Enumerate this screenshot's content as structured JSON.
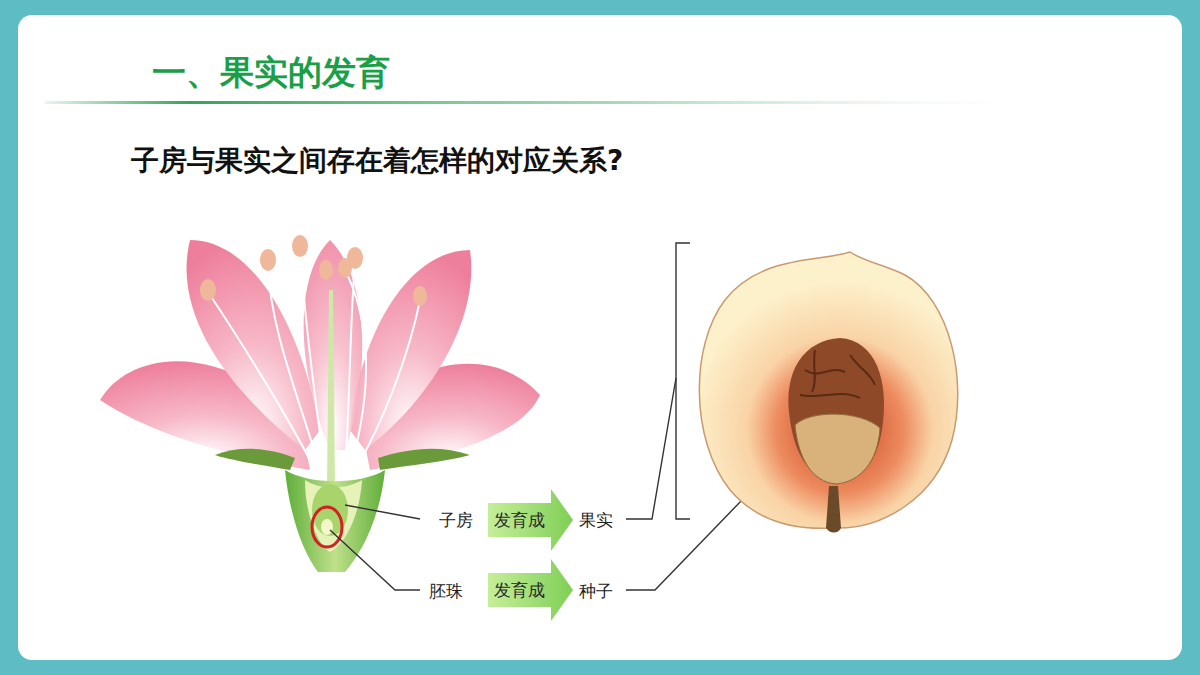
{
  "diagram": {
    "title": "一、果实的发育",
    "nodes": [
      {
        "text": [
          "发育成"
        ]
      },
      {
        "text": [
          "发育成"
        ]
      }
    ],
    "labels": [
      "子房与果实之间存在着怎样的对应关系?",
      "子房",
      "果实",
      "胚珠",
      "种子"
    ]
  }
}
